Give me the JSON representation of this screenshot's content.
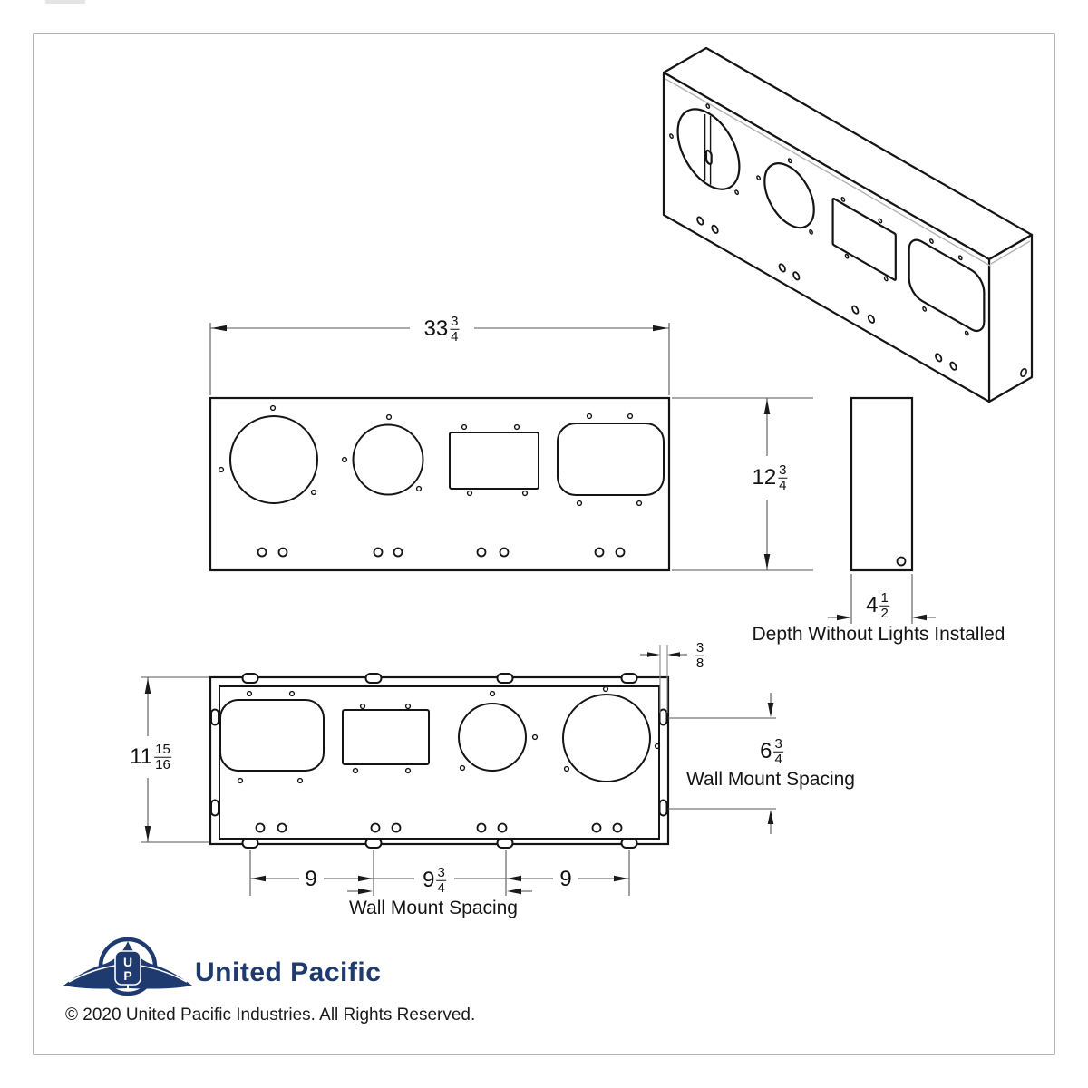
{
  "page": {
    "background": "#ffffff",
    "border_color": "#999999"
  },
  "dims": {
    "overall_width": {
      "whole": "33",
      "num": "3",
      "den": "4"
    },
    "overall_height": {
      "whole": "12",
      "num": "3",
      "den": "4"
    },
    "depth": {
      "whole": "4",
      "num": "1",
      "den": "2"
    },
    "depth_caption": "Depth Without Lights Installed",
    "back_height": {
      "whole": "11",
      "num": "15",
      "den": "16"
    },
    "flange": {
      "num": "3",
      "den": "8"
    },
    "wall_mount_vertical": {
      "whole": "6",
      "num": "3",
      "den": "4"
    },
    "wall_mount_vertical_caption": "Wall Mount Spacing",
    "wall_mount_left": "9",
    "wall_mount_center": {
      "whole": "9",
      "num": "3",
      "den": "4"
    },
    "wall_mount_right": "9",
    "wall_mount_horizontal_caption": "Wall Mount Spacing"
  },
  "footer": {
    "brand": "United Pacific",
    "brand_color": "#1e3a6e",
    "monogram_top": "U",
    "monogram_bottom": "P",
    "copyright": "© 2020 United Pacific Industries. All Rights Reserved."
  }
}
